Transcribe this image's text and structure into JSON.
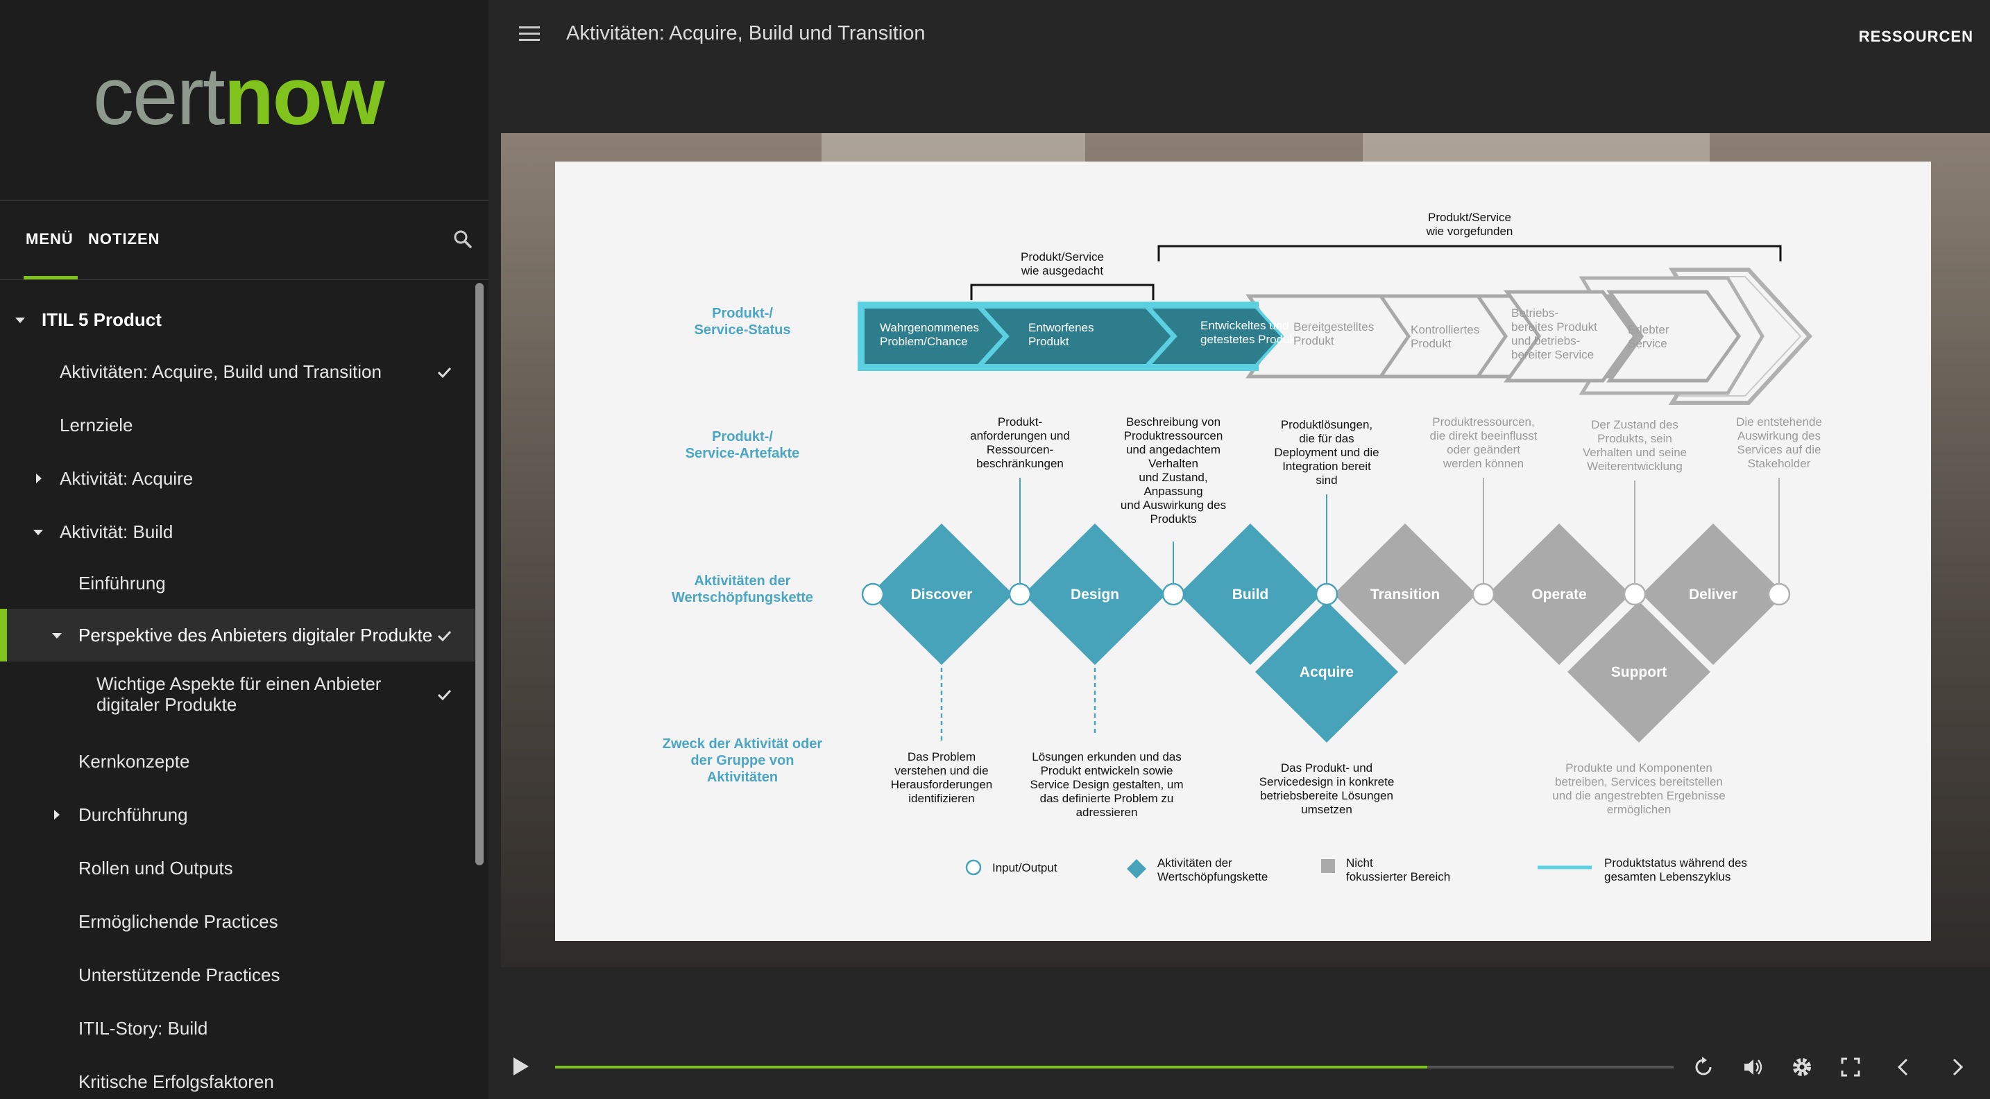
{
  "sidebar": {
    "logo": {
      "part1": "cert",
      "part2": "now"
    },
    "tabs": {
      "menu": "MENÜ",
      "notes": "NOTIZEN"
    },
    "items": [
      {
        "label": "ITIL 5 Product"
      },
      {
        "label": "Aktivitäten: Acquire, Build und Transition",
        "checked": true
      },
      {
        "label": "Lernziele"
      },
      {
        "label": "Aktivität: Acquire"
      },
      {
        "label": "Aktivität: Build"
      },
      {
        "label": "Einführung"
      },
      {
        "label": "Perspektive des Anbieters digitaler Produkte",
        "checked": true,
        "active": true
      },
      {
        "label_line1": "Wichtige Aspekte für einen Anbieter",
        "label_line2": "digitaler Produkte",
        "checked": true
      },
      {
        "label": "Kernkonzepte"
      },
      {
        "label": "Durchführung"
      },
      {
        "label": "Rollen und Outputs"
      },
      {
        "label": "Ermöglichende Practices"
      },
      {
        "label": "Unterstützende Practices"
      },
      {
        "label": "ITIL-Story: Build"
      },
      {
        "label": "Kritische Erfolgsfaktoren"
      }
    ]
  },
  "header": {
    "title": "Aktivitäten: Acquire, Build und Transition",
    "resources": "RESSOURCEN"
  },
  "diagram": {
    "row_labels": {
      "status": [
        "Produkt-/",
        "Service-Status"
      ],
      "artifacts": [
        "Produkt-/",
        "Service-Artefakte"
      ],
      "activities": [
        "Aktivitäten der",
        "Wertschöpfungskette"
      ],
      "purpose": [
        "Zweck der Aktivität oder",
        "der Gruppe von",
        "Aktivitäten"
      ]
    },
    "bracket_planned": [
      "Produkt/Service",
      "wie ausgedacht"
    ],
    "bracket_found": [
      "Produkt/Service",
      "wie vorgefunden"
    ],
    "chevrons": [
      [
        "Wahrgenommenes",
        "Problem/Chance"
      ],
      [
        "Entworfenes",
        "Produkt"
      ],
      [
        "Entwickeltes und",
        "getestetes Produkt"
      ],
      [
        "Bereitgestelltes",
        "Produkt"
      ],
      [
        "Kontrolliertes",
        "Produkt"
      ],
      [
        "Betriebs-",
        "bereites Produkt",
        "und betriebs-",
        "bereiter Service"
      ],
      [
        "Erlebter",
        "Service"
      ]
    ],
    "artifacts": [
      [
        "Produkt-",
        "anforderungen und",
        "Ressourcen-",
        "beschränkungen"
      ],
      [
        "Beschreibung von",
        "Produktressourcen",
        "und angedachtem",
        "Verhalten",
        "und Zustand,",
        "Anpassung",
        "und Auswirkung des",
        "Produkts"
      ],
      [
        "Produktlösungen,",
        "die für das",
        "Deployment und die",
        "Integration bereit",
        "sind"
      ],
      [
        "Produktressourcen,",
        "die direkt beeinflusst",
        "oder geändert",
        "werden können"
      ],
      [
        "Der Zustand des",
        "Produkts, sein",
        "Verhalten und seine",
        "Weiterentwicklung"
      ],
      [
        "Die entstehende",
        "Auswirkung des",
        "Services auf die",
        "Stakeholder"
      ]
    ],
    "activities": {
      "discover": "Discover",
      "design": "Design",
      "build": "Build",
      "acquire": "Acquire",
      "transition": "Transition",
      "operate": "Operate",
      "deliver": "Deliver",
      "support": "Support"
    },
    "purposes": [
      [
        "Das Problem",
        "verstehen und die",
        "Herausforderungen",
        "identifizieren"
      ],
      [
        "Lösungen erkunden und das",
        "Produkt entwickeln sowie",
        "Service Design gestalten, um",
        "das definierte Problem zu",
        "adressieren"
      ],
      [
        "Das Produkt- und",
        "Servicedesign in konkrete",
        "betriebsbereite Lösungen",
        "umsetzen"
      ],
      [
        "Produkte und Komponenten",
        "betreiben, Services bereitstellen",
        "und die angestrebten Ergebnisse",
        "ermöglichen"
      ]
    ],
    "legend": {
      "io": "Input/Output",
      "activity": [
        "Aktivitäten der",
        "Wertschöpfungskette"
      ],
      "unfocused": [
        "Nicht",
        "fokussierter Bereich"
      ],
      "status": [
        "Produktstatus während des",
        "gesamten Lebenszyklus"
      ]
    },
    "colors": {
      "teal": "#46a3b9",
      "dark_teal": "#2e7d8c",
      "cyan": "#5ad0e0",
      "grey": "#a8a8a8",
      "label": "#4aa6c4"
    }
  },
  "player": {
    "progress": 0.78
  },
  "colors": {
    "accent": "#7fc31c",
    "sidebar": "#1d1d1d"
  }
}
